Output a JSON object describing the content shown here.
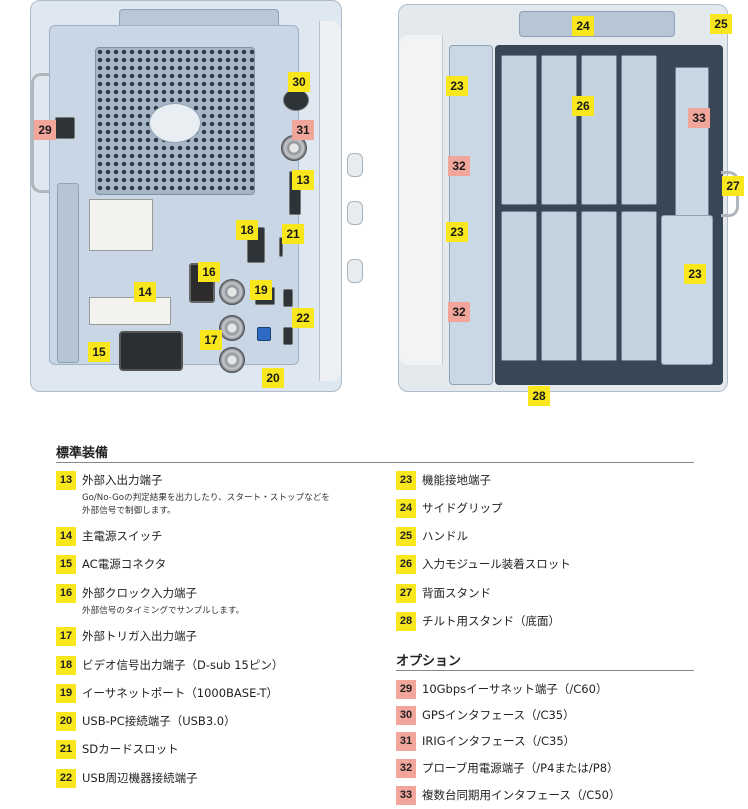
{
  "callouts": {
    "rear": [
      {
        "n": "13",
        "color": "yellow"
      },
      {
        "n": "14",
        "color": "yellow"
      },
      {
        "n": "15",
        "color": "yellow"
      },
      {
        "n": "16",
        "color": "yellow"
      },
      {
        "n": "17",
        "color": "yellow"
      },
      {
        "n": "18",
        "color": "yellow"
      },
      {
        "n": "19",
        "color": "yellow"
      },
      {
        "n": "20",
        "color": "yellow"
      },
      {
        "n": "21",
        "color": "yellow"
      },
      {
        "n": "22",
        "color": "yellow"
      },
      {
        "n": "29",
        "color": "pink"
      },
      {
        "n": "30",
        "color": "yellow"
      },
      {
        "n": "31",
        "color": "pink"
      }
    ],
    "front": [
      {
        "n": "23",
        "color": "yellow"
      },
      {
        "n": "23",
        "color": "yellow"
      },
      {
        "n": "23",
        "color": "yellow"
      },
      {
        "n": "24",
        "color": "yellow"
      },
      {
        "n": "25",
        "color": "yellow"
      },
      {
        "n": "26",
        "color": "yellow"
      },
      {
        "n": "27",
        "color": "yellow"
      },
      {
        "n": "28",
        "color": "yellow"
      },
      {
        "n": "32",
        "color": "pink"
      },
      {
        "n": "32",
        "color": "pink"
      },
      {
        "n": "33",
        "color": "pink"
      }
    ]
  },
  "colors": {
    "standard_badge": "#f8e71c",
    "option_badge": "#f1a59b",
    "panel": "#c8d6e5"
  },
  "standard": {
    "title": "標準装備",
    "left": [
      {
        "n": "13",
        "label": "外部入出力端子",
        "desc": [
          "Go/No-Goの判定結果を出力したり、スタート・ストップなどを",
          "外部信号で制御します。"
        ]
      },
      {
        "n": "14",
        "label": "主電源スイッチ"
      },
      {
        "n": "15",
        "label": "AC電源コネクタ"
      },
      {
        "n": "16",
        "label": "外部クロック入力端子",
        "desc": [
          "外部信号のタイミングでサンプルします。"
        ]
      },
      {
        "n": "17",
        "label": "外部トリガ入出力端子"
      },
      {
        "n": "18",
        "label": "ビデオ信号出力端子（D-sub 15ピン）"
      },
      {
        "n": "19",
        "label": "イーサネットポート（1000BASE-T）"
      },
      {
        "n": "20",
        "label": "USB-PC接続端子（USB3.0）"
      },
      {
        "n": "21",
        "label": "SDカードスロット"
      },
      {
        "n": "22",
        "label": "USB周辺機器接続端子"
      }
    ],
    "right": [
      {
        "n": "23",
        "label": "機能接地端子"
      },
      {
        "n": "24",
        "label": "サイドグリップ"
      },
      {
        "n": "25",
        "label": "ハンドル"
      },
      {
        "n": "26",
        "label": "入力モジュール装着スロット"
      },
      {
        "n": "27",
        "label": "背面スタンド"
      },
      {
        "n": "28",
        "label": "チルト用スタンド（底面）"
      }
    ]
  },
  "options": {
    "title": "オプション",
    "items": [
      {
        "n": "29",
        "label": "10Gbpsイーサネット端子（/C60）"
      },
      {
        "n": "30",
        "label": "GPSインタフェース（/C35）"
      },
      {
        "n": "31",
        "label": "IRIGインタフェース（/C35）"
      },
      {
        "n": "32",
        "label": "プローブ用電源端子（/P4または/P8）"
      },
      {
        "n": "33",
        "label": "複数台同期用インタフェース（/C50）"
      }
    ]
  }
}
